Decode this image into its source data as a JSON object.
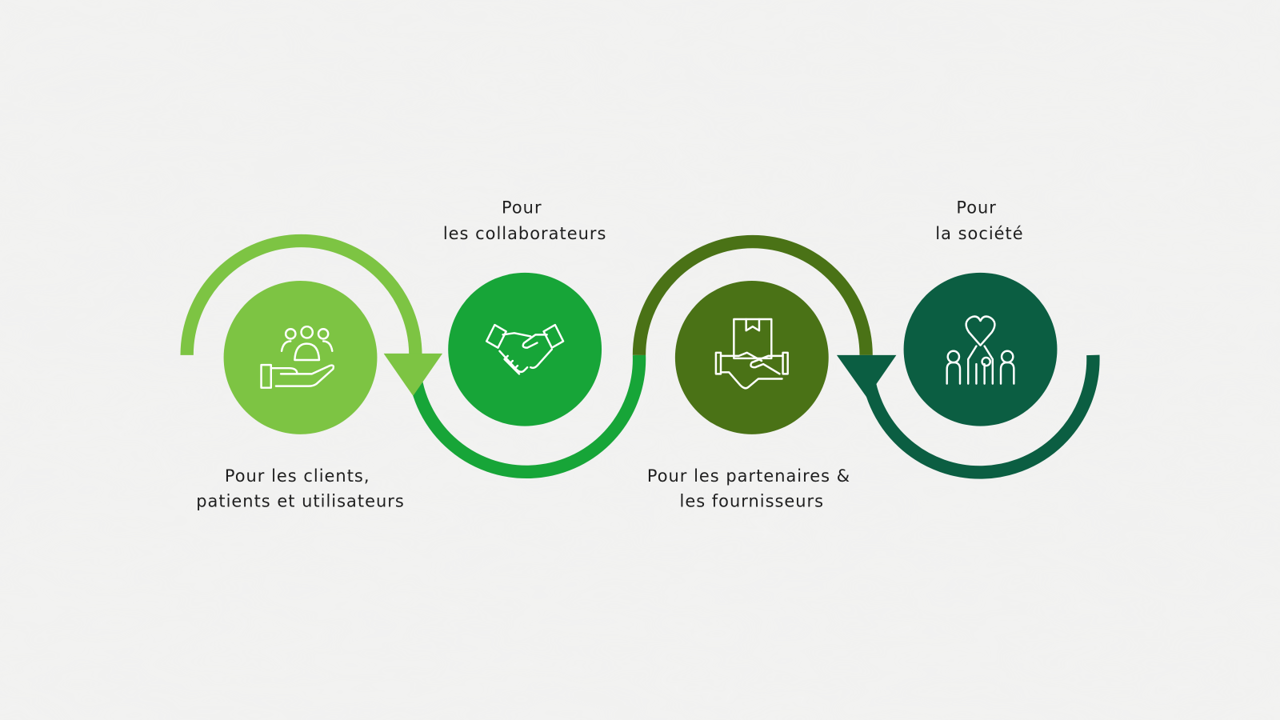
{
  "steps": [
    {
      "id": "clients",
      "lines": [
        "Pour les clients,",
        "patients et utilisateurs"
      ],
      "icon": "hand-holding-people-icon",
      "color": "#7dc443"
    },
    {
      "id": "collaborateurs",
      "lines": [
        "Pour",
        "les collaborateurs"
      ],
      "icon": "handshake-icon",
      "color": "#17a538"
    },
    {
      "id": "partenaires",
      "lines": [
        "Pour les partenaires &",
        "les fournisseurs"
      ],
      "icon": "handshake-box-icon",
      "color": "#4a7216"
    },
    {
      "id": "societe",
      "lines": [
        "Pour",
        "la société"
      ],
      "icon": "community-heart-icon",
      "color": "#0b5e42"
    }
  ],
  "background": "#f1f1f0"
}
